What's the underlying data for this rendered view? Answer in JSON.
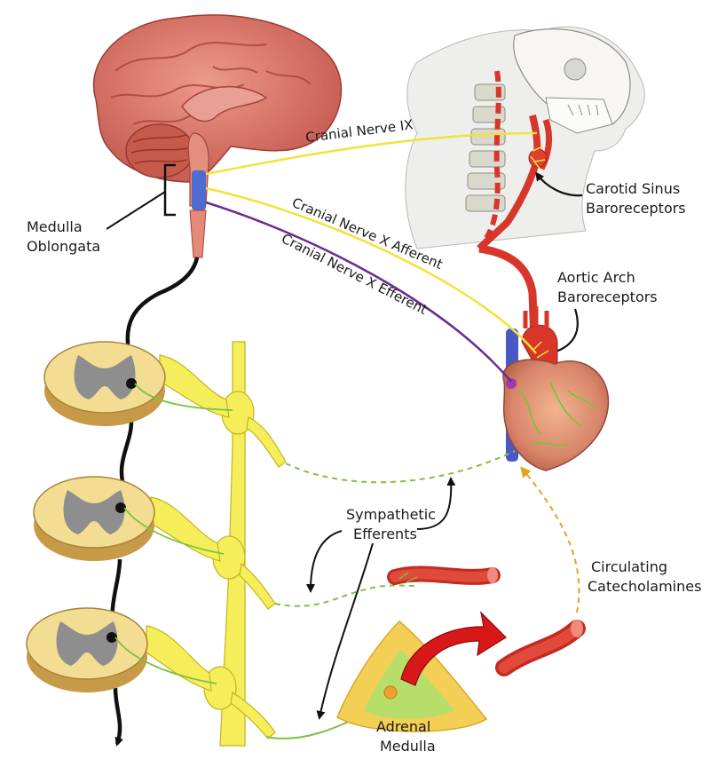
{
  "labels": {
    "medulla_line1": "Medulla",
    "medulla_line2": "Oblongata",
    "cn9": "Cranial Nerve IX",
    "cn10_aff": "Cranial Nerve X Afferent",
    "cn10_eff": "Cranial Nerve X Efferent",
    "carotid_line1": "Carotid Sinus",
    "carotid_line2": "Baroreceptors",
    "aortic_line1": "Aortic Arch",
    "aortic_line2": "Baroreceptors",
    "symp_line1": "Sympathetic",
    "symp_line2": "Efferents",
    "circ_line1": "Circulating",
    "circ_line2": "Catecholamines",
    "adrenal_line1": "Adrenal",
    "adrenal_line2": "Medulla"
  },
  "colors": {
    "yellow_nerve": "#f2e23a",
    "purple_nerve": "#6a2c91",
    "green_fiber": "#7cc242",
    "orange_dashed": "#e8a020",
    "artery_red": "#d8362a",
    "spinal_tan": "#f3dd93",
    "grey_matter": "#8e8e8e",
    "brain_pink": "#d9756a",
    "ganglia_yellow": "#f5ee5a"
  }
}
